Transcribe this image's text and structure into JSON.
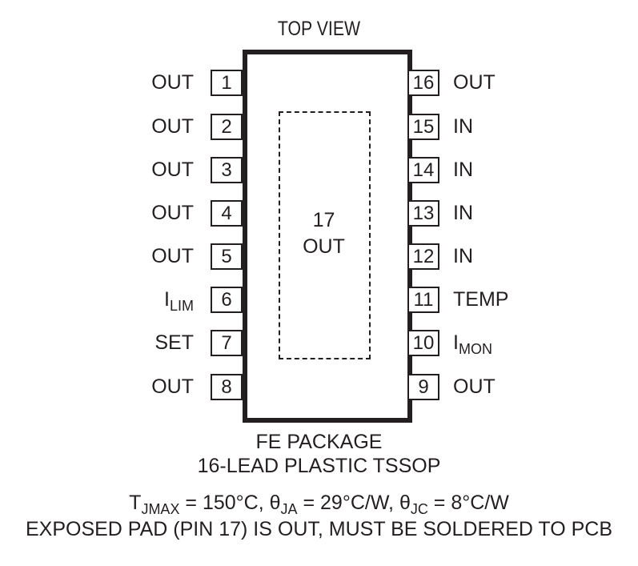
{
  "title": "TOP VIEW",
  "exposed_pad": {
    "number": "17",
    "name": "OUT"
  },
  "left_pins": [
    {
      "num": "1",
      "name": "OUT",
      "sub": ""
    },
    {
      "num": "2",
      "name": "OUT",
      "sub": ""
    },
    {
      "num": "3",
      "name": "OUT",
      "sub": ""
    },
    {
      "num": "4",
      "name": "OUT",
      "sub": ""
    },
    {
      "num": "5",
      "name": "OUT",
      "sub": ""
    },
    {
      "num": "6",
      "name": "I",
      "sub": "LIM"
    },
    {
      "num": "7",
      "name": "SET",
      "sub": ""
    },
    {
      "num": "8",
      "name": "OUT",
      "sub": ""
    }
  ],
  "right_pins": [
    {
      "num": "16",
      "name": "OUT",
      "sub": ""
    },
    {
      "num": "15",
      "name": "IN",
      "sub": ""
    },
    {
      "num": "14",
      "name": "IN",
      "sub": ""
    },
    {
      "num": "13",
      "name": "IN",
      "sub": ""
    },
    {
      "num": "12",
      "name": "IN",
      "sub": ""
    },
    {
      "num": "11",
      "name": "TEMP",
      "sub": ""
    },
    {
      "num": "10",
      "name": "I",
      "sub": "MON"
    },
    {
      "num": "9",
      "name": "OUT",
      "sub": ""
    }
  ],
  "footer": {
    "package": "FE PACKAGE",
    "description": "16-LEAD PLASTIC TSSOP",
    "thermal": {
      "tj_sym": "T",
      "tj_sub": "JMAX",
      "tj_val": " = 150°C, ",
      "ja_sym": "θ",
      "ja_sub": "JA",
      "ja_val": " = 29°C/W, ",
      "jc_sym": "θ",
      "jc_sub": "JC",
      "jc_val": " = 8°C/W"
    },
    "note": "EXPOSED PAD (PIN 17) IS OUT, MUST BE SOLDERED TO PCB"
  }
}
